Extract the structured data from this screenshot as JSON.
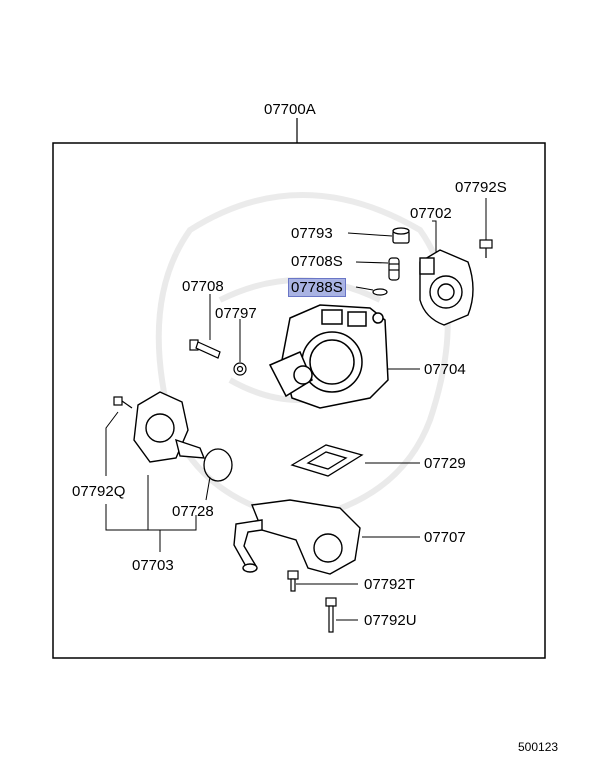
{
  "assembly": {
    "label": "07700A"
  },
  "parts": {
    "p07793": "07793",
    "p07702": "07702",
    "p07792S": "07792S",
    "p07708S": "07708S",
    "p07788S": "07788S",
    "p07708": "07708",
    "p07797": "07797",
    "p07704": "07704",
    "p07729": "07729",
    "p07792Q": "07792Q",
    "p07728": "07728",
    "p07707": "07707",
    "p07703": "07703",
    "p07792T": "07792T",
    "p07792U": "07792U"
  },
  "highlight_color": "#a9b3e3",
  "reference_number": "500123"
}
